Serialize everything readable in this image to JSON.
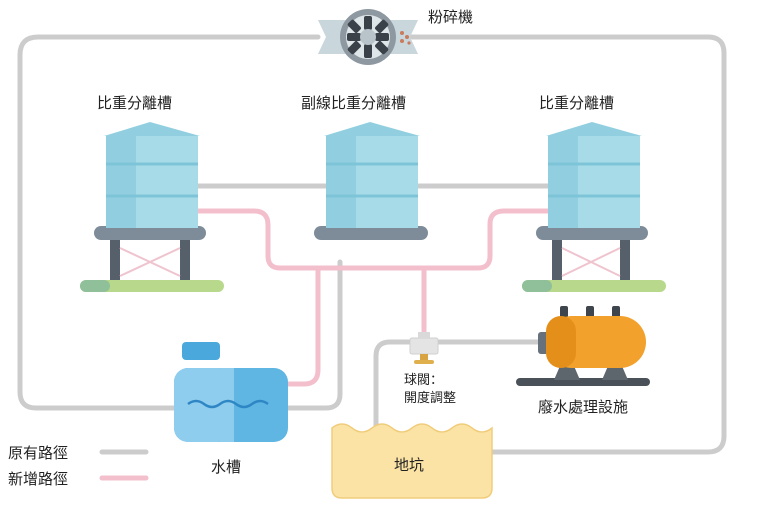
{
  "labels": {
    "crusher": "粉碎機",
    "tank_left": "比重分離槽",
    "tank_middle": "副線比重分離槽",
    "tank_right": "比重分離槽",
    "valve_line1": "球閥：",
    "valve_line2": "開度調整",
    "wastewater_facility": "廢水處理設施",
    "water_tank": "水槽",
    "pit": "地坑"
  },
  "legend": [
    {
      "label": "原有路徑",
      "color": "#cccccc"
    },
    {
      "label": "新增路徑",
      "color": "#f3bfcd"
    }
  ],
  "colors": {
    "original_path": "#cccccc",
    "new_path": "#f3bfcd",
    "tank_body": "#a8dbe8",
    "tank_shade": "#91cfe0",
    "pit_fill": "#fbe3a6",
    "water_tank": "#5fb6e3",
    "facility": "#f2a12c"
  }
}
